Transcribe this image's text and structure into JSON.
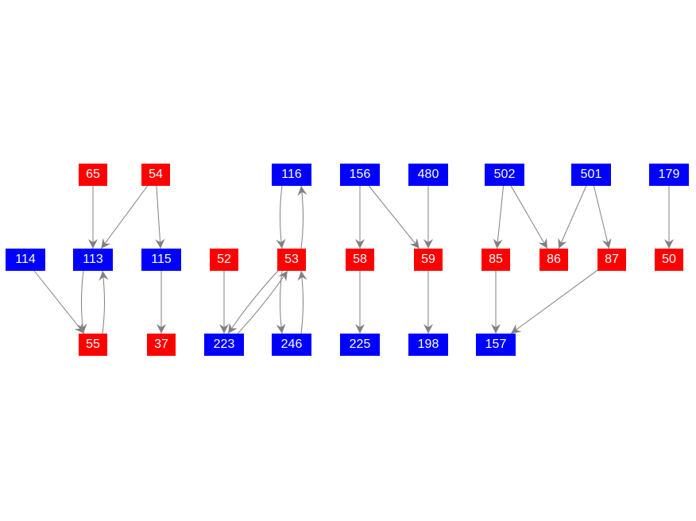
{
  "colors": {
    "red": "#ff0000",
    "blue": "#0000ff",
    "edge": "#808080"
  },
  "nodes": [
    {
      "id": "65",
      "label": "65",
      "group": "red"
    },
    {
      "id": "54",
      "label": "54",
      "group": "red"
    },
    {
      "id": "116",
      "label": "116",
      "group": "blue"
    },
    {
      "id": "156",
      "label": "156",
      "group": "blue"
    },
    {
      "id": "480",
      "label": "480",
      "group": "blue"
    },
    {
      "id": "502",
      "label": "502",
      "group": "blue"
    },
    {
      "id": "501",
      "label": "501",
      "group": "blue"
    },
    {
      "id": "179",
      "label": "179",
      "group": "blue"
    },
    {
      "id": "114",
      "label": "114",
      "group": "blue"
    },
    {
      "id": "113",
      "label": "113",
      "group": "blue"
    },
    {
      "id": "115",
      "label": "115",
      "group": "blue"
    },
    {
      "id": "52",
      "label": "52",
      "group": "red"
    },
    {
      "id": "53",
      "label": "53",
      "group": "red"
    },
    {
      "id": "58",
      "label": "58",
      "group": "red"
    },
    {
      "id": "59",
      "label": "59",
      "group": "red"
    },
    {
      "id": "85",
      "label": "85",
      "group": "red"
    },
    {
      "id": "86",
      "label": "86",
      "group": "red"
    },
    {
      "id": "87",
      "label": "87",
      "group": "red"
    },
    {
      "id": "50",
      "label": "50",
      "group": "red"
    },
    {
      "id": "55",
      "label": "55",
      "group": "red"
    },
    {
      "id": "37",
      "label": "37",
      "group": "red"
    },
    {
      "id": "223",
      "label": "223",
      "group": "blue"
    },
    {
      "id": "246",
      "label": "246",
      "group": "blue"
    },
    {
      "id": "225",
      "label": "225",
      "group": "blue"
    },
    {
      "id": "198",
      "label": "198",
      "group": "blue"
    },
    {
      "id": "157",
      "label": "157",
      "group": "blue"
    }
  ],
  "edges": [
    [
      "65",
      "113"
    ],
    [
      "54",
      "113"
    ],
    [
      "54",
      "115"
    ],
    [
      "114",
      "55"
    ],
    [
      "113",
      "55"
    ],
    [
      "55",
      "113"
    ],
    [
      "115",
      "37"
    ],
    [
      "52",
      "223"
    ],
    [
      "116",
      "53"
    ],
    [
      "53",
      "116"
    ],
    [
      "53",
      "223"
    ],
    [
      "223",
      "53"
    ],
    [
      "53",
      "246"
    ],
    [
      "246",
      "53"
    ],
    [
      "156",
      "58"
    ],
    [
      "156",
      "59"
    ],
    [
      "480",
      "59"
    ],
    [
      "58",
      "225"
    ],
    [
      "59",
      "198"
    ],
    [
      "502",
      "85"
    ],
    [
      "502",
      "86"
    ],
    [
      "501",
      "86"
    ],
    [
      "501",
      "87"
    ],
    [
      "85",
      "157"
    ],
    [
      "87",
      "157"
    ],
    [
      "179",
      "50"
    ]
  ]
}
